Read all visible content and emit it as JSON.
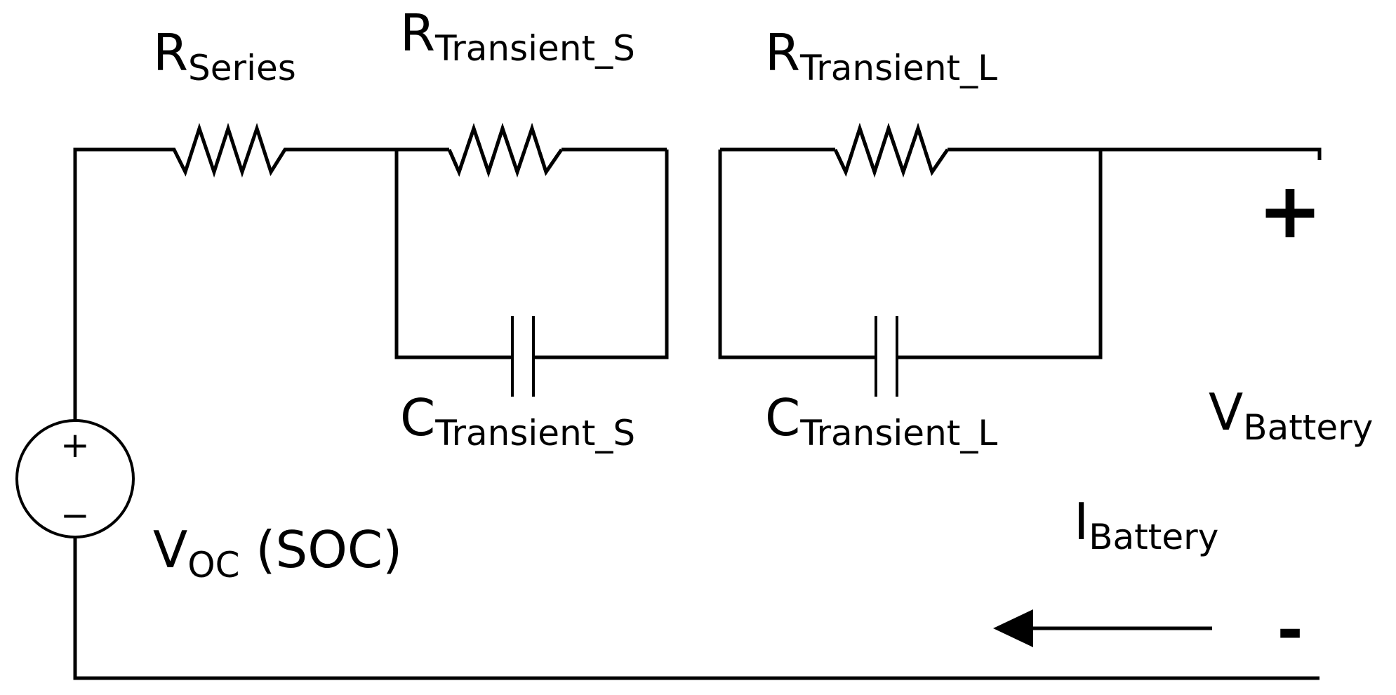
{
  "diagram": {
    "labels": {
      "r_series": {
        "main": "R",
        "sub": "Series"
      },
      "r_transient_s": {
        "main": "R",
        "sub": "Transient_S"
      },
      "r_transient_l": {
        "main": "R",
        "sub": "Transient_L"
      },
      "c_transient_s": {
        "main": "C",
        "sub": "Transient_S"
      },
      "c_transient_l": {
        "main": "C",
        "sub": "Transient_L"
      },
      "v_battery": {
        "main": "V",
        "sub": "Battery"
      },
      "i_battery": {
        "main": "I",
        "sub": "Battery"
      },
      "v_oc": {
        "main": "V",
        "sub": "OC",
        "suffix": " (SOC)"
      }
    },
    "terminals": {
      "positive": "+",
      "negative": "-"
    },
    "source_signs": {
      "positive": "+",
      "negative": "−"
    },
    "colors": {
      "line": "#000000",
      "background": "#ffffff"
    }
  }
}
